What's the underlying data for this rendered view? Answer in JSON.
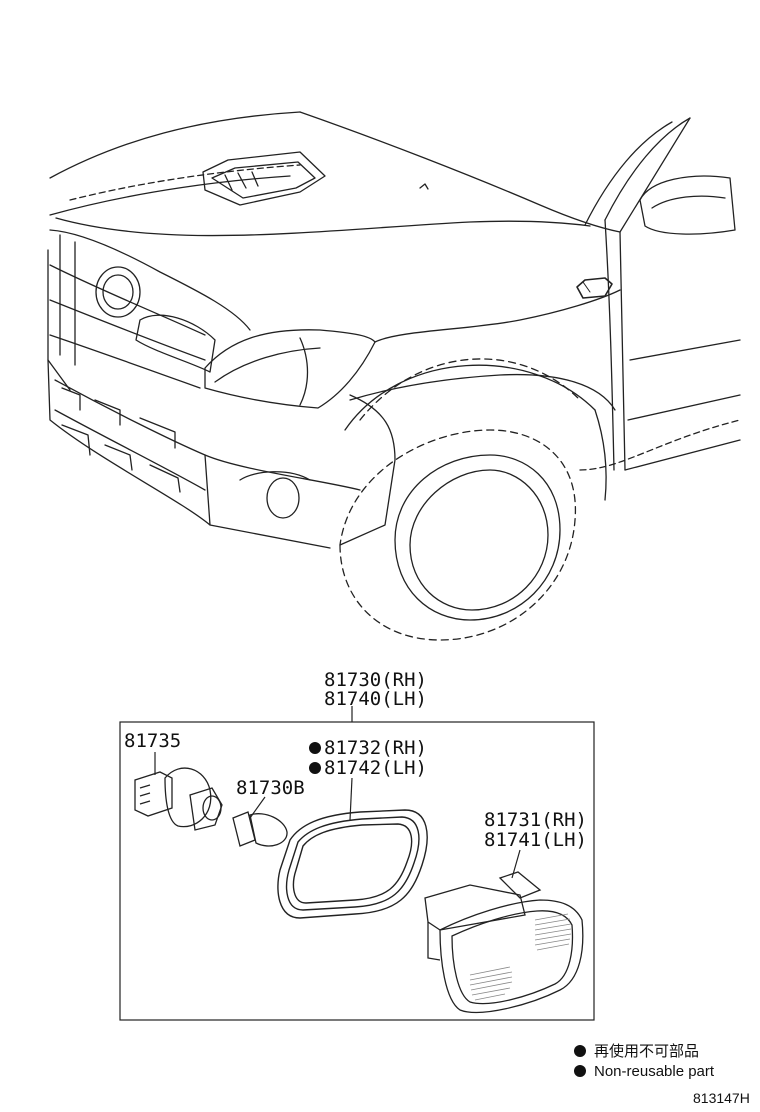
{
  "callouts": {
    "assembly_rh": "81730(RH)",
    "assembly_lh": "81740(LH)",
    "socket": "81735",
    "bulb": "81730B",
    "gasket_rh": "81732(RH)",
    "gasket_lh": "81742(LH)",
    "lens_rh": "81731(RH)",
    "lens_lh": "81741(LH)"
  },
  "legend": {
    "japanese": "再使用不可部品",
    "english": "Non-reusable part"
  },
  "illustration_code": "813147H",
  "colors": {
    "ink": "#111111",
    "background": "#ffffff"
  }
}
